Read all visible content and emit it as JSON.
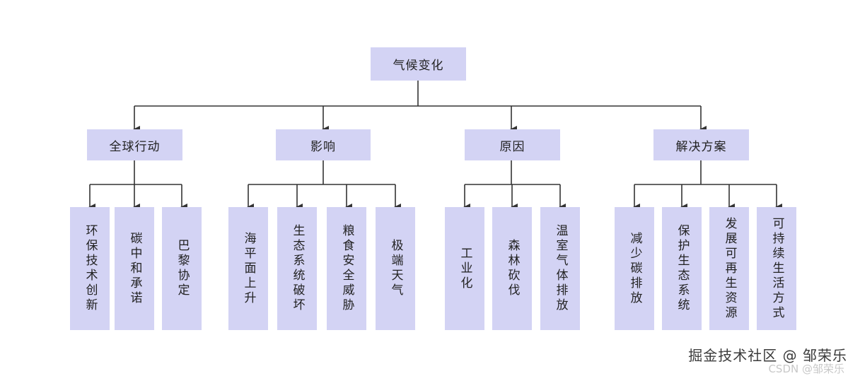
{
  "root": {
    "label": "气候变化"
  },
  "categories": [
    {
      "label": "全球行动",
      "children": [
        "环保技术创新",
        "碳中和承诺",
        "巴黎协定"
      ]
    },
    {
      "label": "影响",
      "children": [
        "海平面上升",
        "生态系统破坏",
        "粮食安全威胁",
        "极端天气"
      ]
    },
    {
      "label": "原因",
      "children": [
        "工业化",
        "森林砍伐",
        "温室气体排放"
      ]
    },
    {
      "label": "解决方案",
      "children": [
        "减少碳排放",
        "保护生态系统",
        "发展可再生资源",
        "可持续生活方式"
      ]
    }
  ],
  "watermark": {
    "text": "掘金技术社区 @ 邹荣乐",
    "sub_text": "CSDN @邹荣乐"
  },
  "colors": {
    "box": "#d3d3f4",
    "line": "#333333"
  }
}
